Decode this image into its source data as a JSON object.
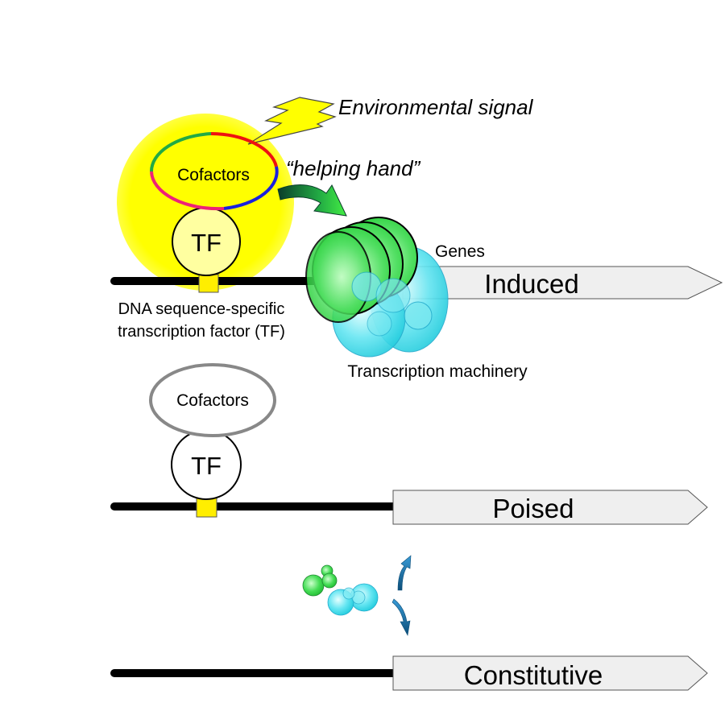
{
  "labels": {
    "environmental_signal": "Environmental signal",
    "helping_hand": "“helping hand”",
    "cofactors_top": "Cofactors",
    "tf_top": "TF",
    "genes": "Genes",
    "induced": "Induced",
    "tf_description_line1": "DNA sequence-specific",
    "tf_description_line2": "transcription factor (TF)",
    "transcription_machinery": "Transcription machinery",
    "cofactors_middle": "Cofactors",
    "tf_middle": "TF",
    "poised": "Poised",
    "constitutive": "Constitutive"
  },
  "colors": {
    "induced_text": "#1aaa4a",
    "helping_hand_text": "#1aaa4a",
    "yellow_glow": "#ffff00",
    "tf_fill": "#ffffa0",
    "binding_site": "#ffee00",
    "gene_arrow_fill": "#efefef",
    "machinery_green": "#33dd44",
    "machinery_cyan": "#33ddee",
    "inactive_cofactor_outline": "#888888",
    "release_arrow": "#1f7fb8"
  }
}
